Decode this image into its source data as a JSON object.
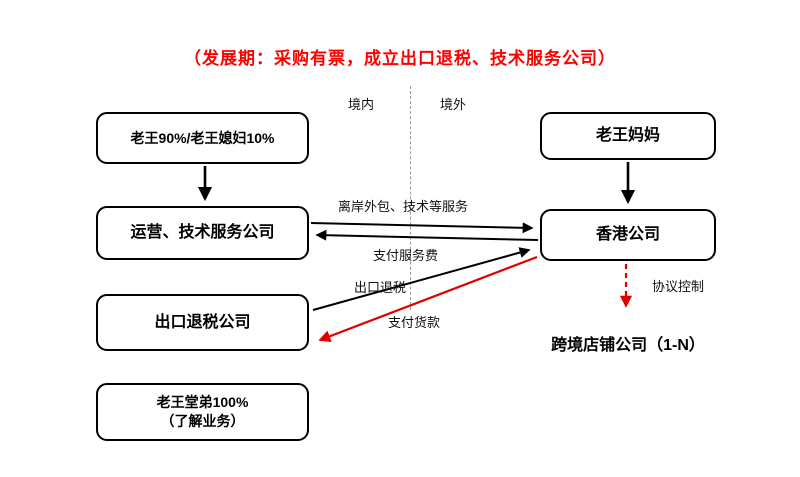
{
  "title": "（发展期：采购有票，成立出口退税、技术服务公司）",
  "regions": {
    "domestic": "境内",
    "overseas": "境外"
  },
  "nodes": {
    "owner": "老王90%/老王媳妇10%",
    "ops": "运营、技术服务公司",
    "export": "出口退税公司",
    "cousin_line1": "老王堂弟100%",
    "cousin_line2": "（了解业务）",
    "mother": "老王妈妈",
    "hk": "香港公司",
    "shops": "跨境店铺公司（1-N）"
  },
  "edge_labels": {
    "offshore_service": "离岸外包、技术等服务",
    "pay_service_fee": "支付服务费",
    "export_rebate": "出口退税",
    "pay_goods": "支付货款",
    "agreement_control": "协议控制"
  },
  "colors": {
    "title_red": "#ff0000",
    "arrow_red": "#e00000",
    "line_black": "#000000"
  }
}
